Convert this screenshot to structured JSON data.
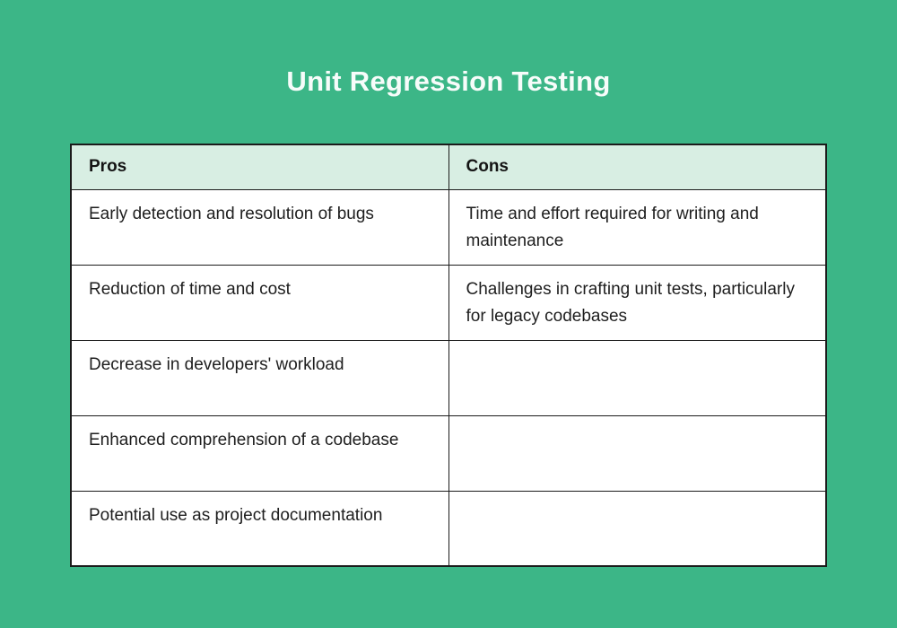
{
  "title": "Unit Regression Testing",
  "colors": {
    "background": "#3cb687",
    "table_header_bg": "#d8eee3",
    "table_cell_bg": "#ffffff",
    "border": "#1b1b1b",
    "title_text": "#f7fcfa",
    "body_text": "#1e1e1e"
  },
  "table": {
    "headers": [
      "Pros",
      "Cons"
    ],
    "rows": [
      {
        "pros": "Early detection and resolution of bugs",
        "cons": "Time and effort required for writing and maintenance"
      },
      {
        "pros": "Reduction of time and cost",
        "cons": "Challenges in crafting unit tests, particularly for legacy codebases"
      },
      {
        "pros": "Decrease in developers' workload",
        "cons": ""
      },
      {
        "pros": "Enhanced comprehension of a codebase",
        "cons": ""
      },
      {
        "pros": "Potential use as project documentation",
        "cons": ""
      }
    ]
  }
}
